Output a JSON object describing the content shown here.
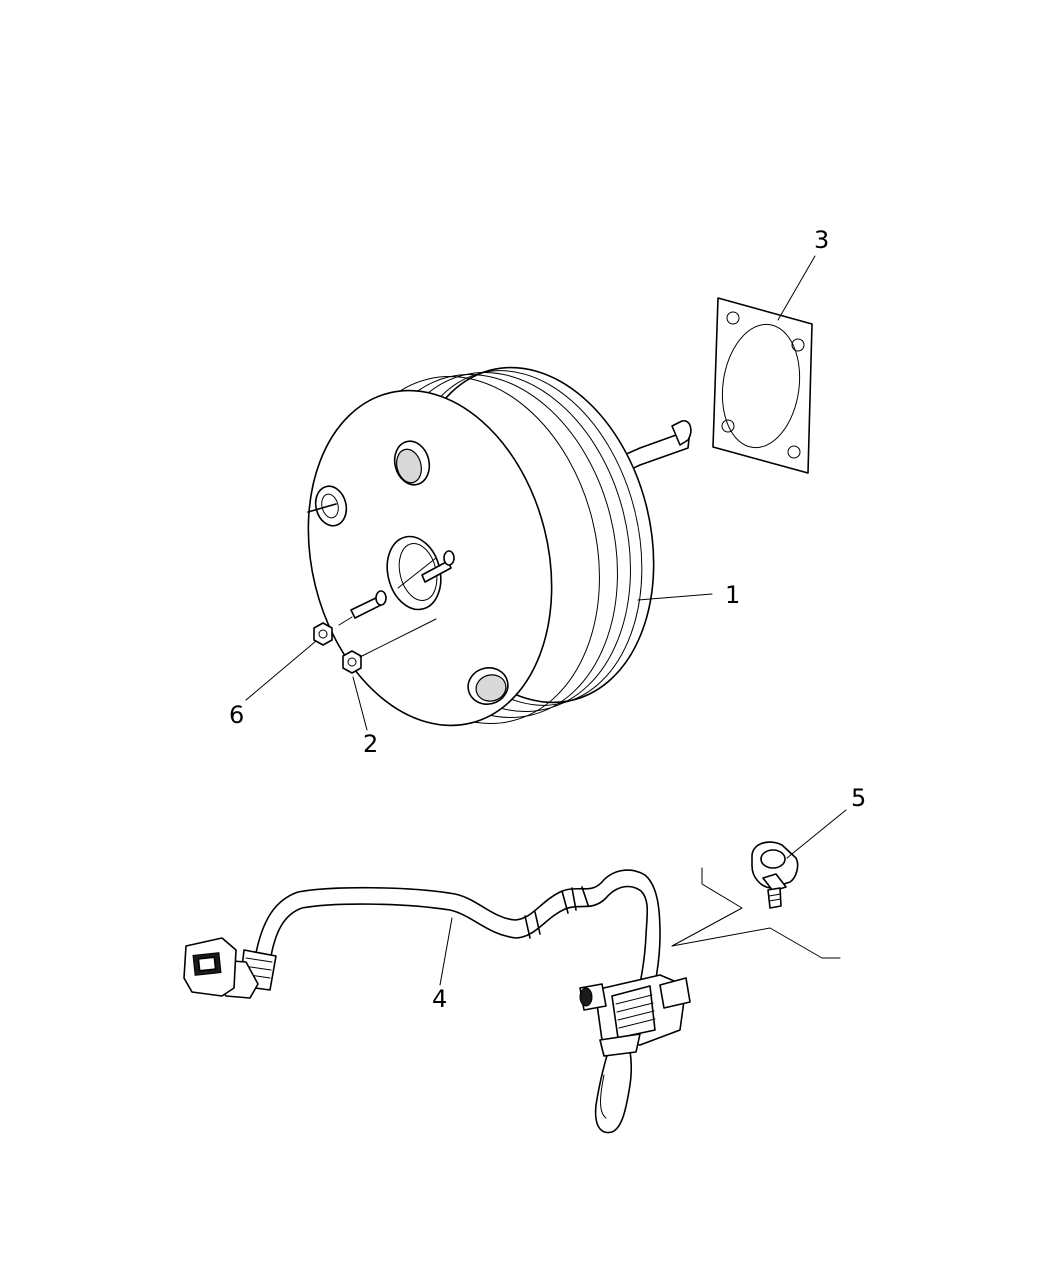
{
  "diagram": {
    "callouts": [
      {
        "id": "1",
        "label": "1"
      },
      {
        "id": "2",
        "label": "2"
      },
      {
        "id": "3",
        "label": "3"
      },
      {
        "id": "4",
        "label": "4"
      },
      {
        "id": "5",
        "label": "5"
      },
      {
        "id": "6",
        "label": "6"
      }
    ],
    "parts": [
      {
        "callout": "1",
        "icon": "brake-booster-icon"
      },
      {
        "callout": "2",
        "icon": "hex-nut-icon"
      },
      {
        "callout": "3",
        "icon": "gasket-icon"
      },
      {
        "callout": "4",
        "icon": "vacuum-hose-icon"
      },
      {
        "callout": "5",
        "icon": "check-valve-icon"
      },
      {
        "callout": "6",
        "icon": "hex-nut-icon"
      }
    ]
  }
}
